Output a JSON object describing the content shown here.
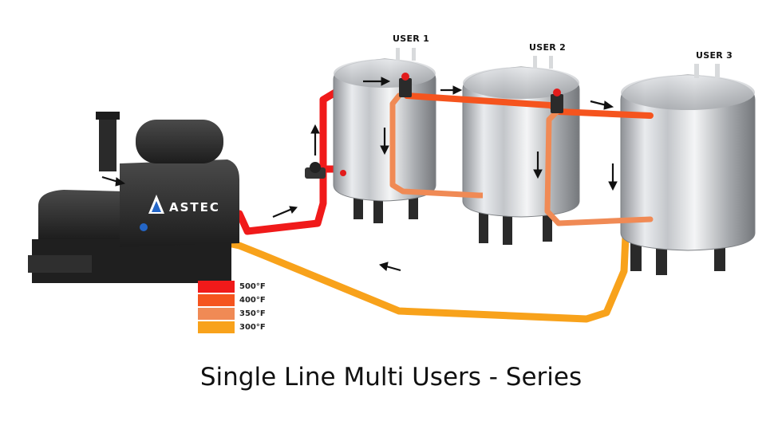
{
  "title": "Single Line Multi Users - Series",
  "brand": "ASTEC",
  "users": [
    {
      "label": "USER 1"
    },
    {
      "label": "USER 2"
    },
    {
      "label": "USER 3"
    }
  ],
  "legend": [
    {
      "label": "500°F",
      "color": "#f01a1a"
    },
    {
      "label": "400°F",
      "color": "#f5541e"
    },
    {
      "label": "350°F",
      "color": "#f08a55"
    },
    {
      "label": "300°F",
      "color": "#f8a21b"
    }
  ],
  "colors": {
    "pipe_500": "#f01a1a",
    "pipe_400": "#f5541e",
    "pipe_350": "#f08a55",
    "pipe_300": "#f8a21b",
    "heater": "#2b2b2b",
    "tank": "#b9bcc0",
    "arrow": "#111111"
  }
}
